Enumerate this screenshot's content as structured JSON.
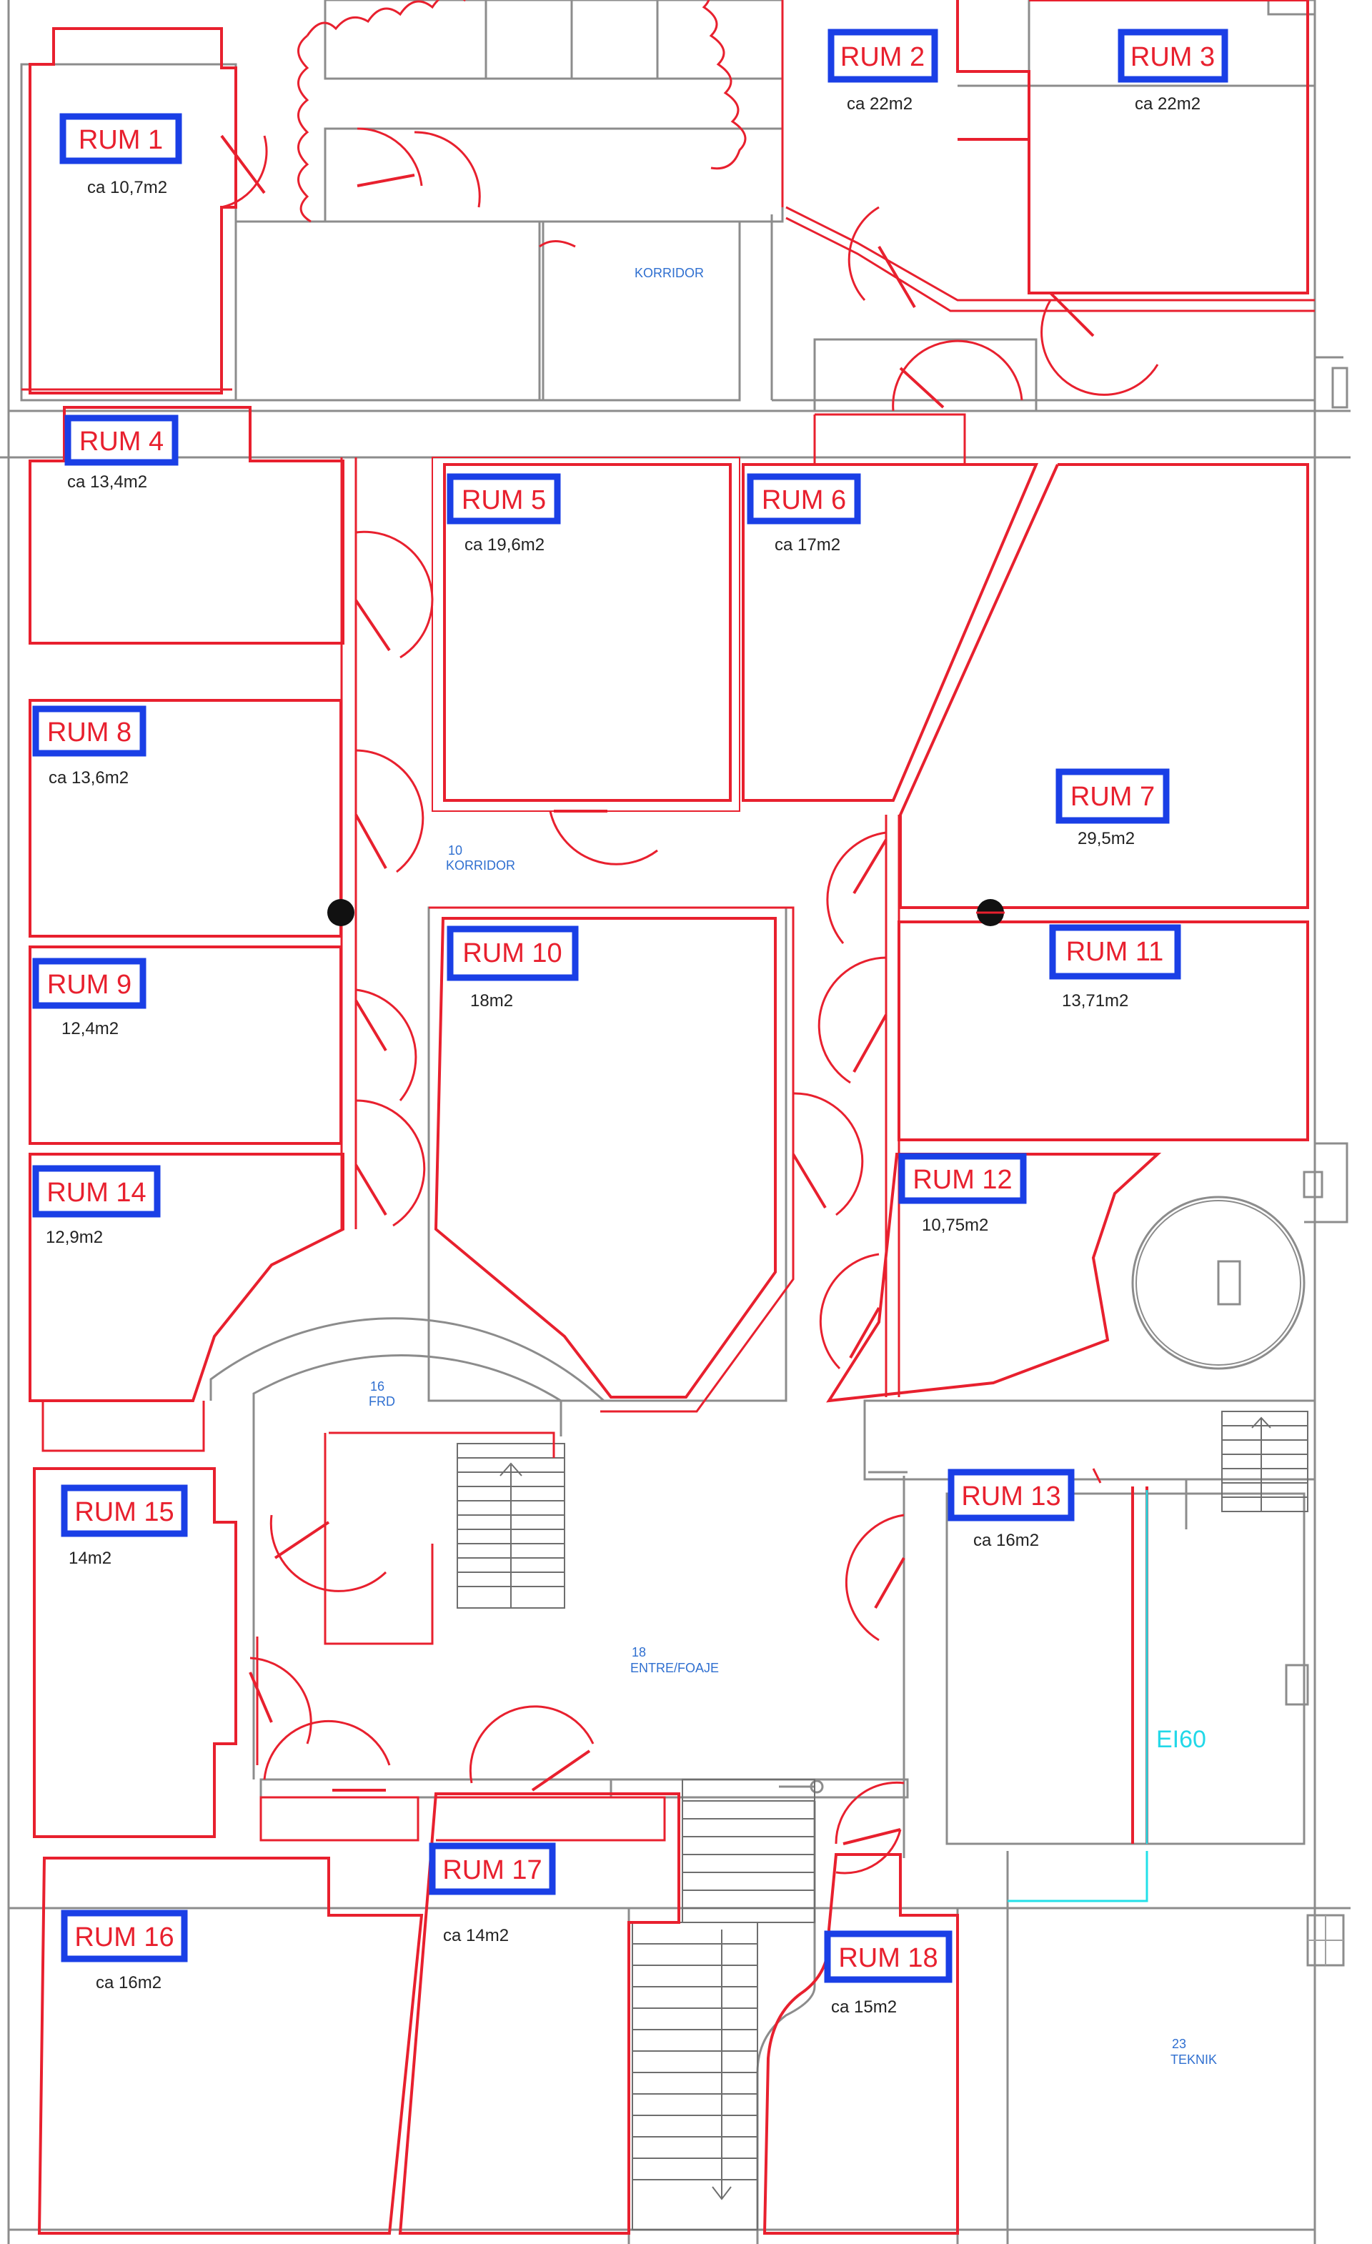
{
  "rooms": [
    {
      "id": "rum1",
      "label": "RUM 1",
      "area": "ca 10,7m2"
    },
    {
      "id": "rum2",
      "label": "RUM 2",
      "area": "ca 22m2"
    },
    {
      "id": "rum3",
      "label": "RUM 3",
      "area": "ca 22m2"
    },
    {
      "id": "rum4",
      "label": "RUM 4",
      "area": "ca 13,4m2"
    },
    {
      "id": "rum5",
      "label": "RUM 5",
      "area": "ca 19,6m2"
    },
    {
      "id": "rum6",
      "label": "RUM 6",
      "area": "ca 17m2"
    },
    {
      "id": "rum7",
      "label": "RUM 7",
      "area": "29,5m2"
    },
    {
      "id": "rum8",
      "label": "RUM 8",
      "area": "ca 13,6m2"
    },
    {
      "id": "rum9",
      "label": "RUM 9",
      "area": "12,4m2"
    },
    {
      "id": "rum10",
      "label": "RUM 10",
      "area": "18m2"
    },
    {
      "id": "rum11",
      "label": "RUM 11",
      "area": "13,71m2"
    },
    {
      "id": "rum12",
      "label": "RUM 12",
      "area": "10,75m2"
    },
    {
      "id": "rum13",
      "label": "RUM 13",
      "area": "ca 16m2"
    },
    {
      "id": "rum14",
      "label": "RUM 14",
      "area": "12,9m2"
    },
    {
      "id": "rum15",
      "label": "RUM 15",
      "area": "14m2"
    },
    {
      "id": "rum16",
      "label": "RUM 16",
      "area": "ca 16m2"
    },
    {
      "id": "rum17",
      "label": "RUM 17",
      "area": "ca 14m2"
    },
    {
      "id": "rum18",
      "label": "RUM 18",
      "area": "ca 15m2"
    }
  ],
  "spaces": {
    "korridor_top": "KORRIDOR",
    "korridor_mid_number": "10",
    "korridor_mid": "KORRIDOR",
    "frd_number": "16",
    "frd": "FRD",
    "entre_number": "18",
    "entre": "ENTRE/FOAJE",
    "teknik_number": "23",
    "teknik": "TEKNIK"
  },
  "fire_rating": "EI60",
  "colors": {
    "room_outline": "#e8202e",
    "label_box": "#1a3fe6",
    "fire_wall": "#22e0e8",
    "base_wall": "#8c8c8c"
  }
}
